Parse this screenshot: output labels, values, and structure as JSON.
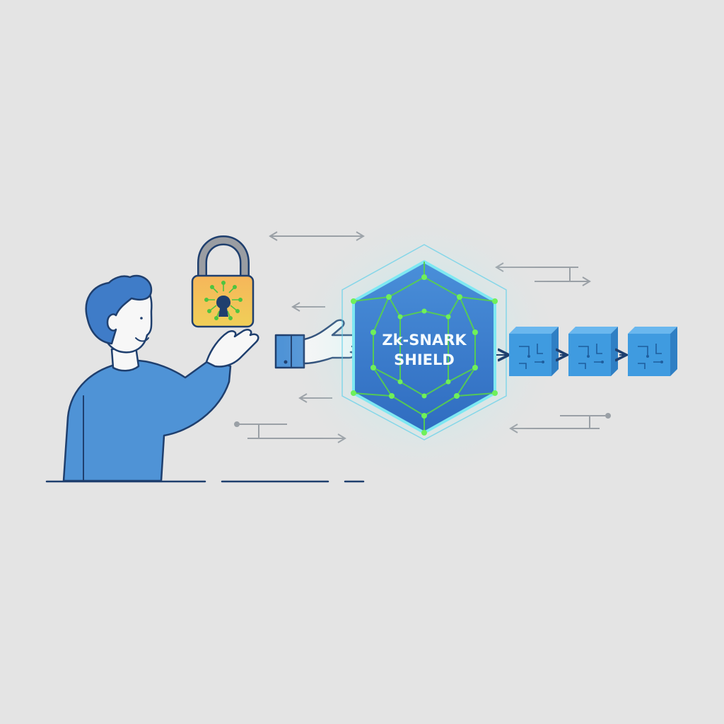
{
  "shield": {
    "label_line1": "Zk-SNARK",
    "label_line2": "SHIELD"
  },
  "chain": {
    "block_count": 3
  },
  "icons": {
    "person": "person-icon",
    "padlock": "padlock-icon",
    "keyhole": "keyhole-icon",
    "hand": "giving-hand-icon",
    "shield": "hexagon-shield-icon",
    "block": "cube-block-icon",
    "arrow": "arrow-icon"
  },
  "colors": {
    "background": "#e4e4e4",
    "person_blue": "#4f93d6",
    "outline": "#1f3f6e",
    "lock_amber": "#f3c45a",
    "lock_shackle": "#8a8d92",
    "circuit_green": "#58d24a",
    "shield_blue": "#3f7fcf",
    "shield_glow": "#7fe7ef",
    "block_blue": "#3f9be0",
    "arrow_gray": "#9aa0a6"
  }
}
